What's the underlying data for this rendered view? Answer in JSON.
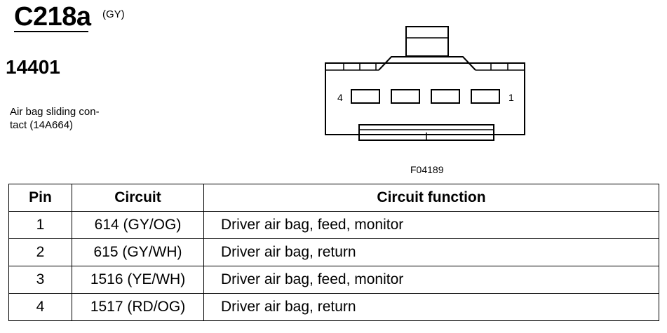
{
  "header": {
    "connector_id": "C218a",
    "connector_color": "(GY)",
    "part_number": "14401",
    "component_line1": "Air bag sliding con-",
    "component_line2": "tact (14A664)"
  },
  "diagram": {
    "pin_left_label": "4",
    "pin_right_label": "1",
    "figure_id": "F04189"
  },
  "table": {
    "headers": [
      "Pin",
      "Circuit",
      "Circuit function"
    ],
    "rows": [
      {
        "pin": "1",
        "circuit": "614 (GY/OG)",
        "function": "Driver air bag, feed, monitor"
      },
      {
        "pin": "2",
        "circuit": "615 (GY/WH)",
        "function": "Driver air bag, return"
      },
      {
        "pin": "3",
        "circuit": "1516 (YE/WH)",
        "function": "Driver air bag, feed, monitor"
      },
      {
        "pin": "4",
        "circuit": "1517 (RD/OG)",
        "function": "Driver air bag, return"
      }
    ]
  }
}
